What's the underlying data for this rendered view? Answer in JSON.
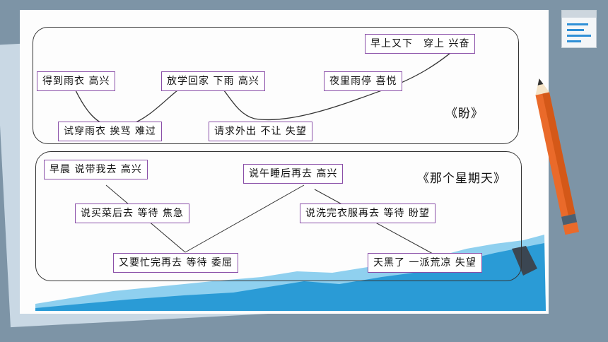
{
  "panel_top": {
    "title": "《盼》",
    "boxes": [
      "早上又下　穿上 兴奋",
      "得到雨衣 高兴",
      "放学回家 下雨 高兴",
      "夜里雨停 喜悦",
      "试穿雨衣 挨骂 难过",
      "请求外出 不让 失望"
    ]
  },
  "panel_bottom": {
    "title": "《那个星期天》",
    "boxes": [
      "早晨 说带我去 高兴",
      "说午睡后再去 高兴",
      "说买菜后去 等待 焦急",
      "说洗完衣服再去 等待 盼望",
      "又要忙完再去 等待 委屈",
      "天黑了 一派荒凉 失望"
    ]
  },
  "colors": {
    "background": "#7d94a6",
    "paper": "#fdfdfd",
    "box_border": "#8a4fa8",
    "wave_light": "#8fd0ef",
    "wave_dark": "#2a9bd6",
    "pencil_body": "#ea6a2a",
    "pencil_band": "#4c5f70"
  },
  "icons": [
    "document-icon",
    "pencil-icon",
    "mountain-wave-graphic"
  ]
}
